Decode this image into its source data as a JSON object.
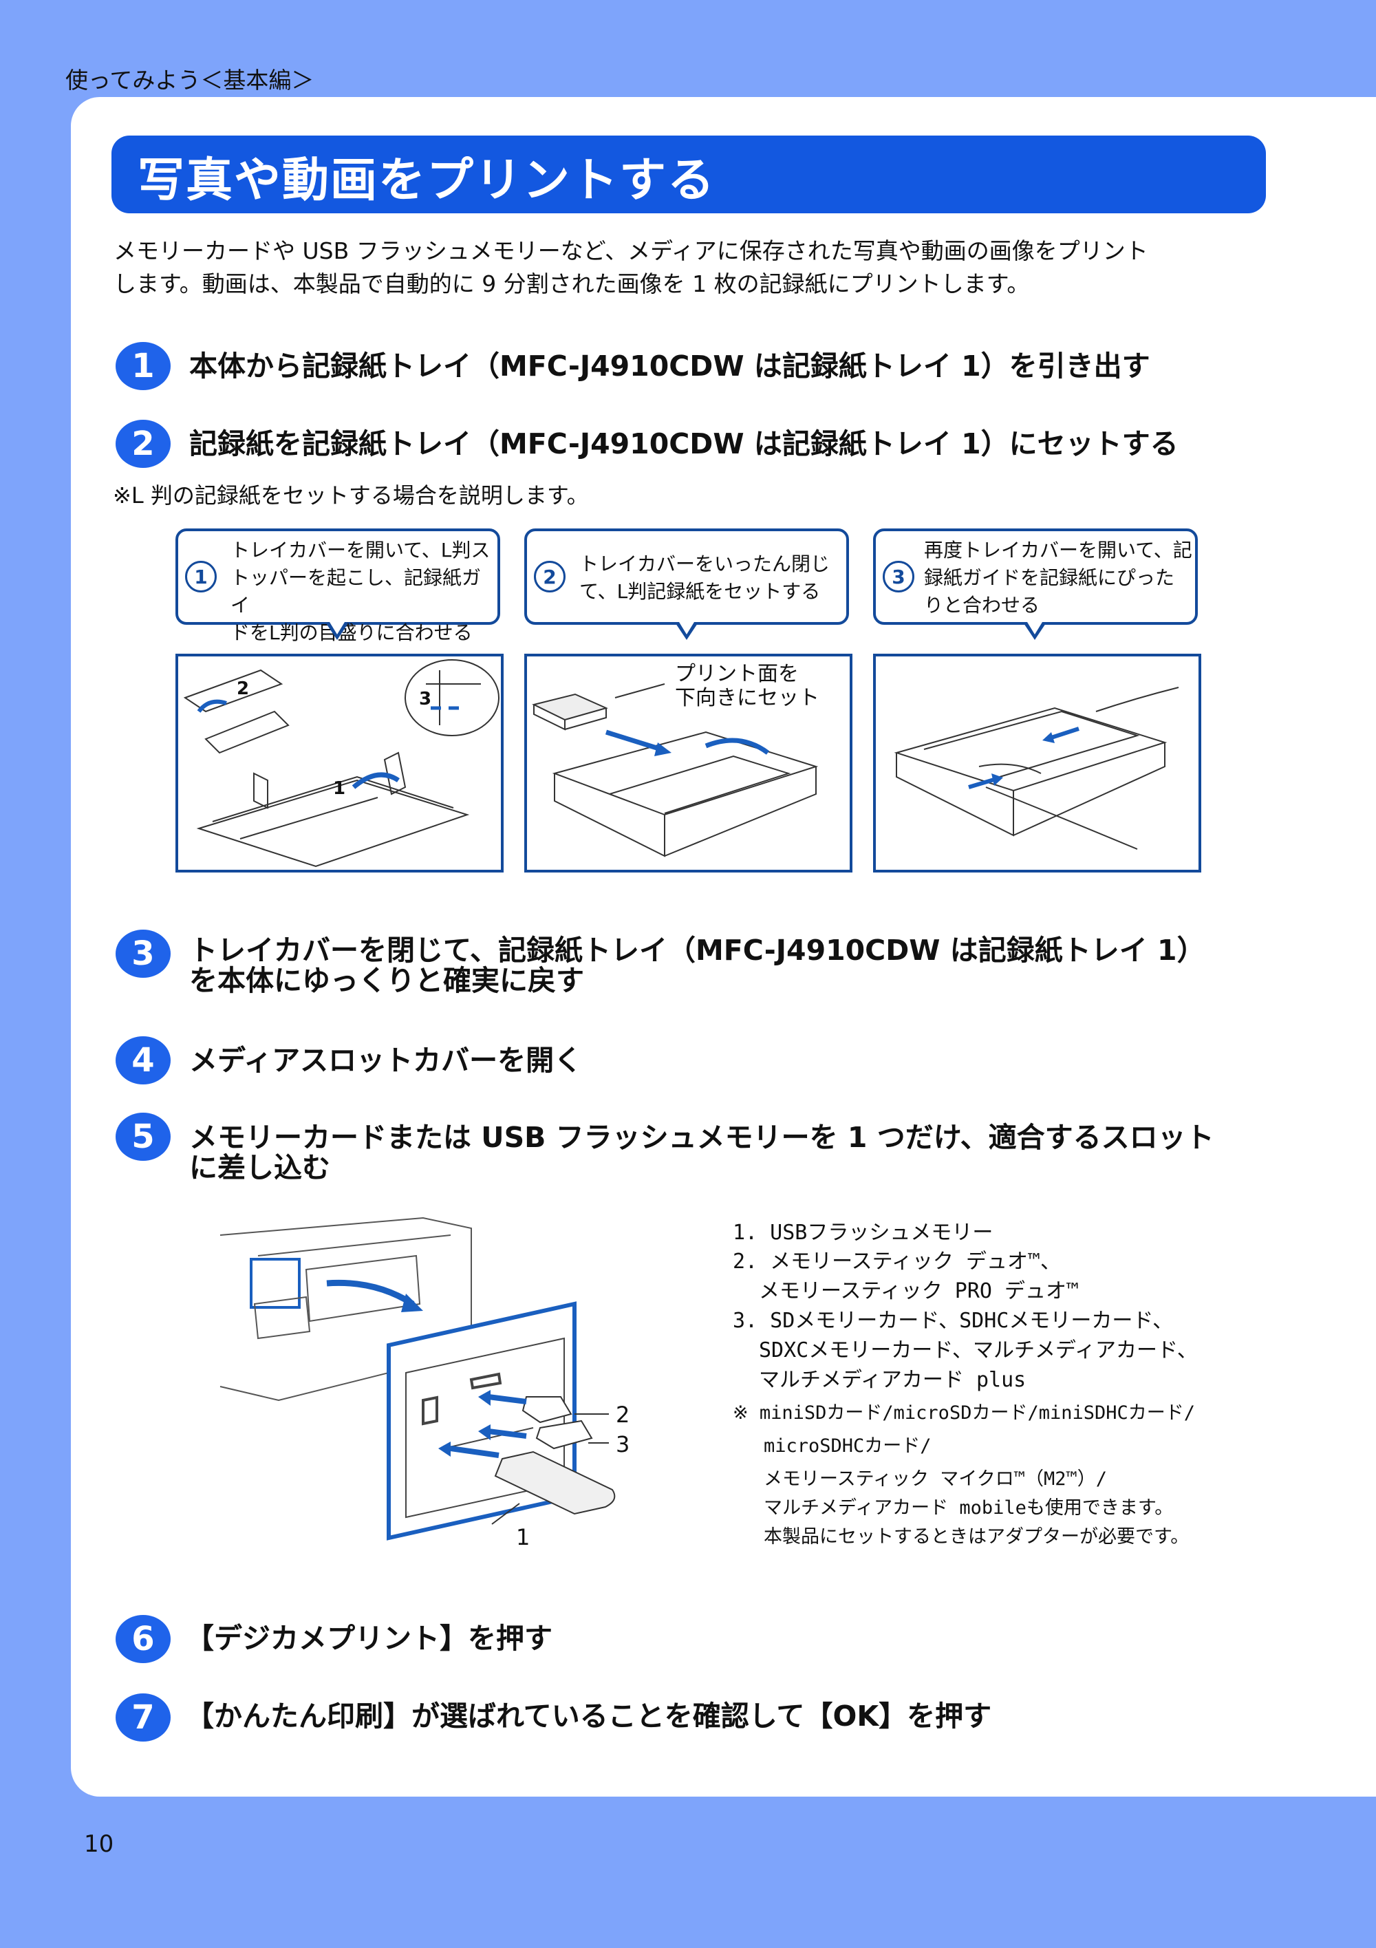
{
  "header": {
    "section": "使ってみよう＜基本編＞",
    "page_number": "10"
  },
  "title": "写真や動画をプリントする",
  "intro": {
    "line1": "メモリーカードや USB フラッシュメモリーなど、メディアに保存された写真や動画の画像をプリント",
    "line2": "します。動画は、本製品で自動的に 9 分割された画像を 1 枚の記録紙にプリントします。"
  },
  "steps": [
    {
      "num": "1",
      "text": "本体から記録紙トレイ（MFC-J4910CDW は記録紙トレイ 1）を引き出す"
    },
    {
      "num": "2",
      "text": "記録紙を記録紙トレイ（MFC-J4910CDW は記録紙トレイ 1）にセットする"
    },
    {
      "num": "3",
      "line1": "トレイカバーを閉じて、記録紙トレイ（MFC-J4910CDW は記録紙トレイ 1）",
      "line2": "を本体にゆっくりと確実に戻す"
    },
    {
      "num": "4",
      "text": "メディアスロットカバーを開く"
    },
    {
      "num": "5",
      "line1": "メモリーカードまたは USB フラッシュメモリーを 1 つだけ、適合するスロット",
      "line2": "に差し込む"
    },
    {
      "num": "6",
      "text": "【デジカメプリント】を押す"
    },
    {
      "num": "7",
      "text": "【かんたん印刷】が選ばれていることを確認して【OK】を押す"
    }
  ],
  "step2_note": "※L 判の記録紙をセットする場合を説明します。",
  "callouts": [
    {
      "num": "1",
      "lines": [
        "トレイカバーを開いて、L判ス",
        "トッパーを起こし、記録紙ガイ",
        "ドをL判の目盛りに合わせる"
      ]
    },
    {
      "num": "2",
      "lines": [
        "トレイカバーをいったん閉じ",
        "て、L判記録紙をセットする"
      ]
    },
    {
      "num": "3",
      "lines": [
        "再度トレイカバーを開いて、記",
        "録紙ガイドを記録紙にぴった",
        "りと合わせる"
      ]
    }
  ],
  "figure1": {
    "labels": [
      "2",
      "3",
      "1"
    ]
  },
  "figure2": {
    "label_line1": "プリント面を",
    "label_line2": "下向きにセット"
  },
  "media_figure": {
    "labels": [
      "2",
      "3",
      "1"
    ]
  },
  "media_list": {
    "item1": "1. USBフラッシュメモリー",
    "item2a": "2. メモリースティック デュオ™、",
    "item2b": "メモリースティック PRO デュオ™",
    "item3a": "3. SDメモリーカード、SDHCメモリーカード、",
    "item3b": "SDXCメモリーカード、マルチメディアカード、",
    "item3c": "マルチメディアカード plus",
    "note1": "※ miniSDカード/microSDカード/miniSDHCカード/",
    "note2": "microSDHCカード/",
    "note3": "メモリースティック マイクロ™（M2™）/",
    "note4": "マルチメディアカード mobileも使用できます。",
    "note5": "本製品にセットするときはアダプターが必要です。"
  }
}
